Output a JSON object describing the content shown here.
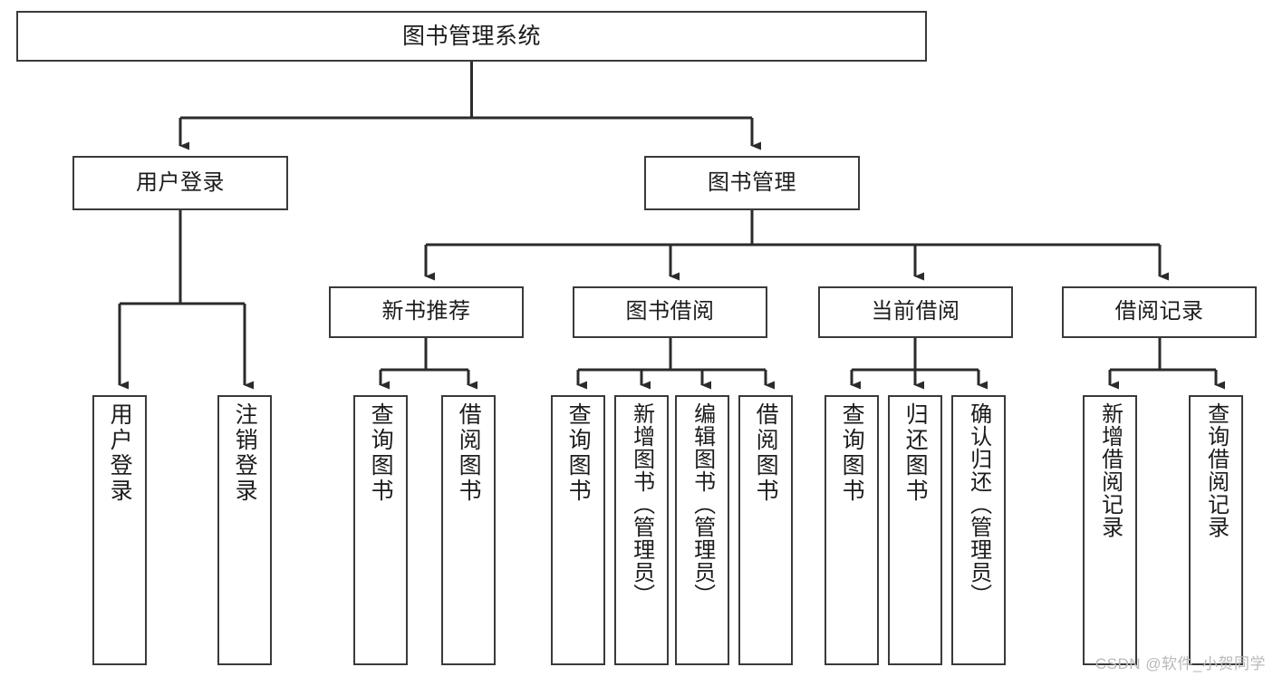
{
  "diagram": {
    "title": "图书管理系统",
    "type": "tree-hierarchy",
    "orientation": "top-down",
    "colors": {
      "border": "#3a3a3a",
      "connector": "#2b2b2b",
      "background": "#ffffff",
      "text": "#1c1c1c",
      "watermark": "#b9b9b9"
    },
    "root": {
      "label": "图书管理系统"
    },
    "level2": [
      {
        "label": "用户登录"
      },
      {
        "label": "图书管理"
      }
    ],
    "level3": [
      {
        "label": "新书推荐"
      },
      {
        "label": "图书借阅"
      },
      {
        "label": "当前借阅"
      },
      {
        "label": "借阅记录"
      }
    ],
    "leaves": [
      {
        "label": "用户登录",
        "parent": "用户登录"
      },
      {
        "label": "注销登录",
        "parent": "用户登录"
      },
      {
        "label": "查询图书",
        "parent": "新书推荐"
      },
      {
        "label": "借阅图书",
        "parent": "新书推荐"
      },
      {
        "label": "查询图书",
        "parent": "图书借阅"
      },
      {
        "label": "新增图书（管理员）",
        "parent": "图书借阅"
      },
      {
        "label": "编辑图书（管理员）",
        "parent": "图书借阅"
      },
      {
        "label": "借阅图书",
        "parent": "图书借阅"
      },
      {
        "label": "查询图书",
        "parent": "当前借阅"
      },
      {
        "label": "归还图书",
        "parent": "当前借阅"
      },
      {
        "label": "确认归还（管理员）",
        "parent": "当前借阅"
      },
      {
        "label": "新增借阅记录",
        "parent": "借阅记录"
      },
      {
        "label": "查询借阅记录",
        "parent": "借阅记录"
      }
    ]
  },
  "watermark": {
    "text": "CSDN @软件_小贺同学"
  }
}
